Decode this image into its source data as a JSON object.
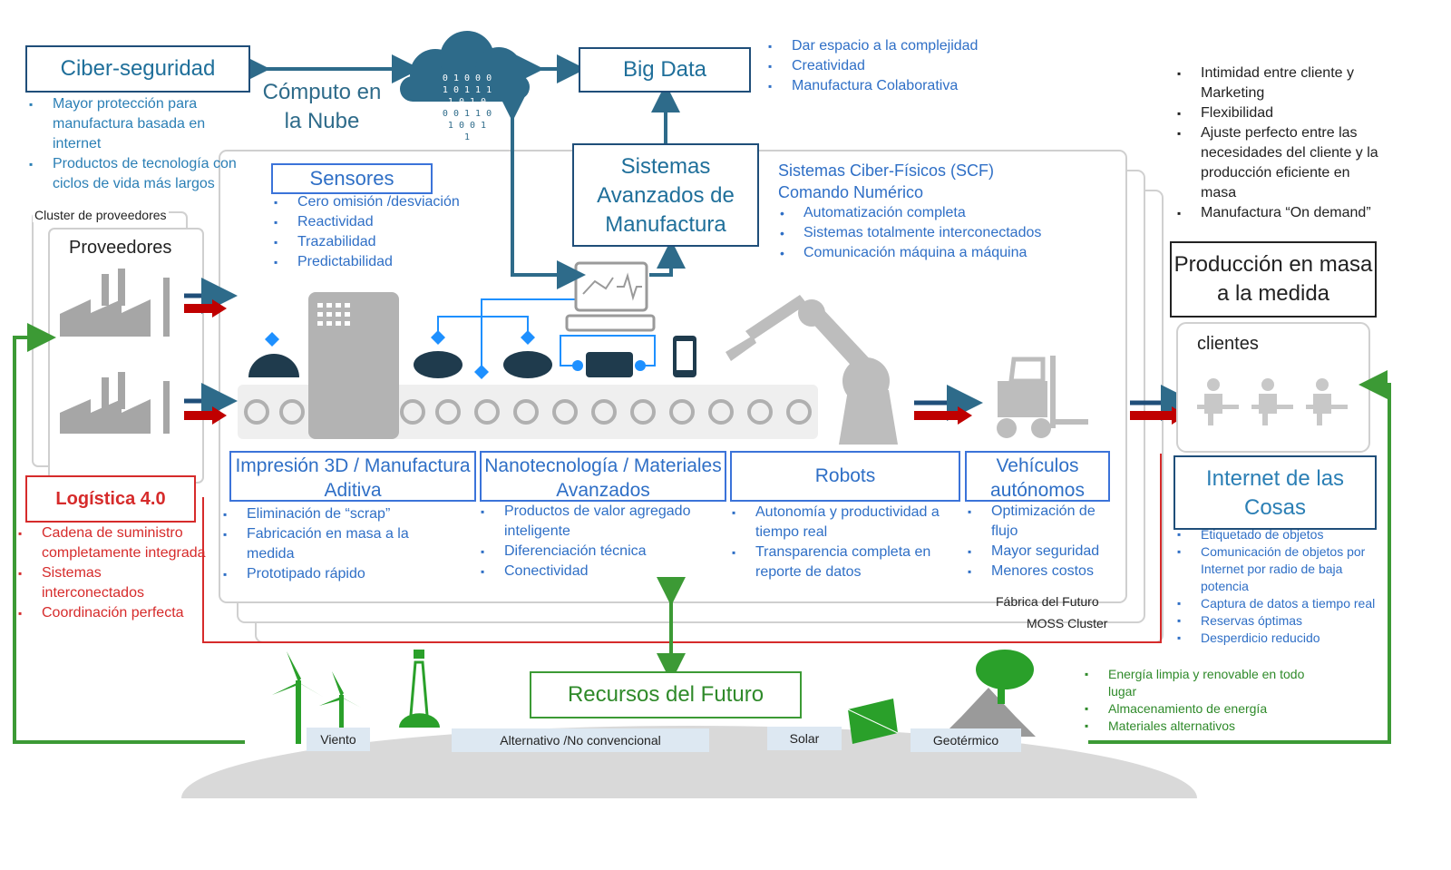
{
  "boxes": {
    "ciber": "Ciber-seguridad",
    "nube_line1": "Cómputo en",
    "nube_line2": "la Nube",
    "bigdata": "Big Data",
    "sistemas": "Sistemas Avanzados de Manufactura",
    "sensores": "Sensores",
    "impresion": "Impresión 3D / Manufactura Aditiva",
    "nano": "Nanotecnología / Materiales Avanzados",
    "robots": "Robots",
    "vehiculos": "Vehículos autónomos",
    "iot": "Internet de las Cosas",
    "produccion": "Producción en masa a la medida",
    "logistica": "Logística 4.0",
    "recursos": "Recursos del Futuro"
  },
  "labels": {
    "cluster": "Cluster de proveedores",
    "proveedores": "Proveedores",
    "clientes": "clientes",
    "scf_line1": "Sistemas Ciber-Físicos (SCF)",
    "scf_line2": "Comando Numérico",
    "fabrica": "Fábrica del Futuro",
    "moss": "MOSS Cluster",
    "cloud_bits": [
      "0 1 0 0 0",
      "1 0 1 1 1",
      "1 0 1 0",
      "0 0 1 1 0",
      "1 0 0 1",
      "1"
    ]
  },
  "lists": {
    "ciber": [
      "Mayor protección para manufactura basada en internet",
      "Productos de tecnología con ciclos de vida más largos"
    ],
    "bigdata": [
      "Dar espacio a la complejidad",
      "Creatividad",
      "Manufactura Colaborativa"
    ],
    "clientes": [
      "Intimidad entre cliente y Marketing",
      "Flexibilidad",
      "Ajuste perfecto entre las necesidades del cliente y la producción eficiente en masa",
      "Manufactura “On demand”"
    ],
    "sensores": [
      "Cero omisión /desviación",
      "Reactividad",
      "Trazabilidad",
      "Predictabilidad"
    ],
    "scf": [
      "Automatización completa",
      "Sistemas totalmente interconectados",
      "Comunicación máquina a máquina"
    ],
    "impresion": [
      "Eliminación de “scrap”",
      "Fabricación en masa a la medida",
      "Prototipado rápido"
    ],
    "nano": [
      "Productos de valor agregado inteligente",
      "Diferenciación técnica",
      "Conectividad"
    ],
    "robots": [
      "Autonomía y productividad a tiempo real",
      "Transparencia completa en reporte de datos"
    ],
    "vehiculos": [
      "Optimización de flujo",
      "Mayor seguridad",
      "Menores costos"
    ],
    "iot": [
      "Etiquetado de objetos",
      "Comunicación de objetos por Internet por radio de baja potencia",
      "Captura de datos a tiempo real",
      "Reservas óptimas",
      "Desperdicio reducido"
    ],
    "logistica": [
      "Cadena de suministro completamente integrada",
      "Sistemas interconectados",
      "Coordinación perfecta"
    ],
    "recursos": [
      "Energía limpia y renovable en todo lugar",
      "Almacenamiento de energía",
      "Materiales alternativos"
    ]
  },
  "ground": {
    "viento": "Viento",
    "alternativo": "Alternativo /No convencional",
    "solar": "Solar",
    "geotermico": "Geotérmico"
  },
  "colors": {
    "navy": "#1f4e79",
    "blue": "#2f6fc6",
    "red": "#d62b2b",
    "green": "#3c9a35",
    "gray": "#a6a6a6"
  }
}
